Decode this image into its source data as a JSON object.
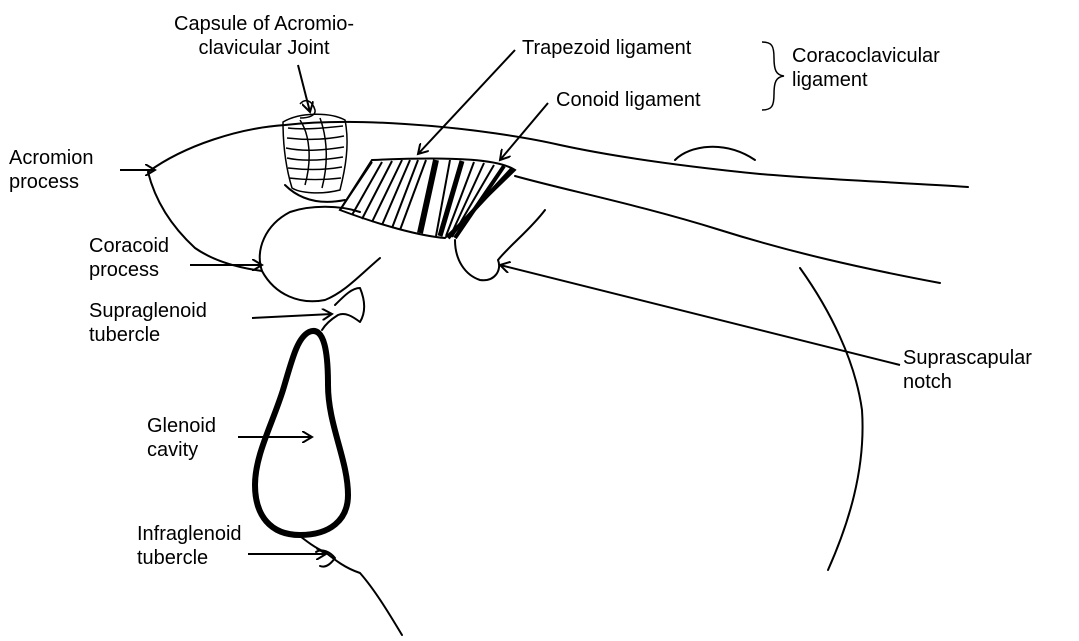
{
  "labels": {
    "capsule": [
      "Capsule of Acromio-",
      "clavicular Joint"
    ],
    "trapezoid": "Trapezoid ligament",
    "conoid": "Conoid ligament",
    "coracoclavicular": [
      "Coracoclavicular",
      "ligament"
    ],
    "acromion": [
      "Acromion",
      "process"
    ],
    "coracoid": [
      "Coracoid",
      "process"
    ],
    "supraglenoid": [
      "Supraglenoid",
      "tubercle"
    ],
    "suprascapular": [
      "Suprascapular",
      "notch"
    ],
    "glenoid": [
      "Glenoid",
      "cavity"
    ],
    "infraglenoid": [
      "Infraglenoid",
      "tubercle"
    ]
  }
}
